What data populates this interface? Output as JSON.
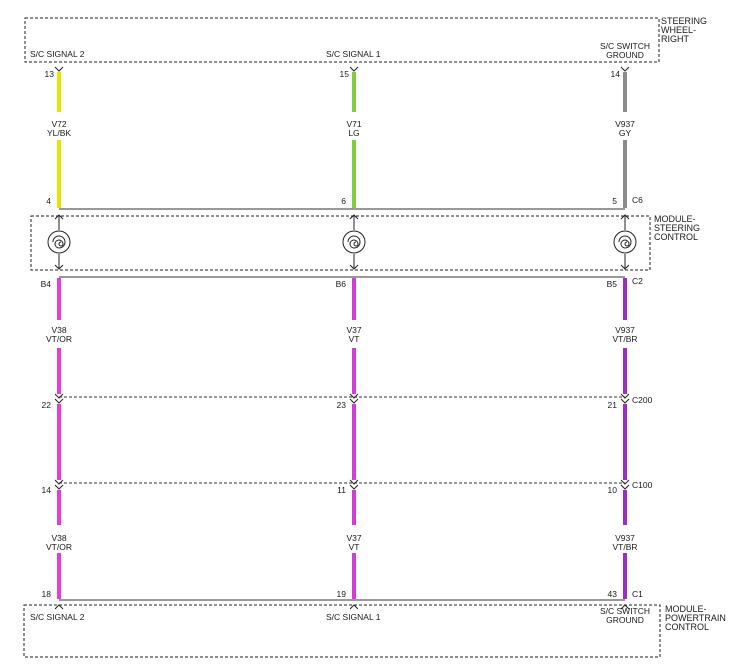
{
  "modules": {
    "steering_wheel": {
      "name_lines": [
        "STEERING",
        "WHEEL-",
        "RIGHT"
      ],
      "pins": [
        "S/C SIGNAL 2",
        "S/C SIGNAL 1",
        "S/C SWITCH"
      ],
      "pin3_line2": "GROUND"
    },
    "steering_control": {
      "name_lines": [
        "MODULE-",
        "STEERING",
        "CONTROL"
      ]
    },
    "powertrain_control": {
      "name_lines": [
        "MODULE-",
        "POWERTRAIN",
        "CONTROL"
      ],
      "pins": [
        "S/C SIGNAL 2",
        "S/C SIGNAL 1",
        "S/C SWITCH"
      ],
      "pin3_line2": "GROUND"
    }
  },
  "colors": {
    "yellow": "#e8e400",
    "green": "#7ccf3a",
    "gray": "#8c8c8c",
    "magenta": "#e63ad9",
    "violet": "#d23cd8",
    "violet_br": "#9b2ec0"
  },
  "circuits": [
    {
      "upper": {
        "pin_top": "13",
        "pin_bottom": "4",
        "code": "V72",
        "color": "YL/BK",
        "wire_color": "yellow"
      },
      "lower": {
        "pin_top": "B4",
        "code": "V38",
        "color": "VT/OR",
        "wire_color": "magenta"
      },
      "c200_pin": "22",
      "c100_pin": "14",
      "lower2": {
        "code": "V38",
        "color": "VT/OR"
      },
      "pcm_pin": "18"
    },
    {
      "upper": {
        "pin_top": "15",
        "pin_bottom": "6",
        "code": "V71",
        "color": "LG",
        "wire_color": "green"
      },
      "lower": {
        "pin_top": "B6",
        "code": "V37",
        "color": "VT",
        "wire_color": "violet"
      },
      "c200_pin": "23",
      "c100_pin": "11",
      "lower2": {
        "code": "V37",
        "color": "VT"
      },
      "pcm_pin": "19"
    },
    {
      "upper": {
        "pin_top": "14",
        "pin_bottom": "5",
        "code": "V937",
        "color": "GY",
        "wire_color": "gray"
      },
      "lower": {
        "pin_top": "B5",
        "code": "V937",
        "color": "VT/BR",
        "wire_color": "violet_br"
      },
      "c200_pin": "21",
      "c100_pin": "10",
      "lower2": {
        "code": "V937",
        "color": "VT/BR"
      },
      "pcm_pin": "43"
    }
  ],
  "connectors": {
    "c6": "C6",
    "c2": "C2",
    "c200": "C200",
    "c100": "C100",
    "c1": "C1"
  }
}
